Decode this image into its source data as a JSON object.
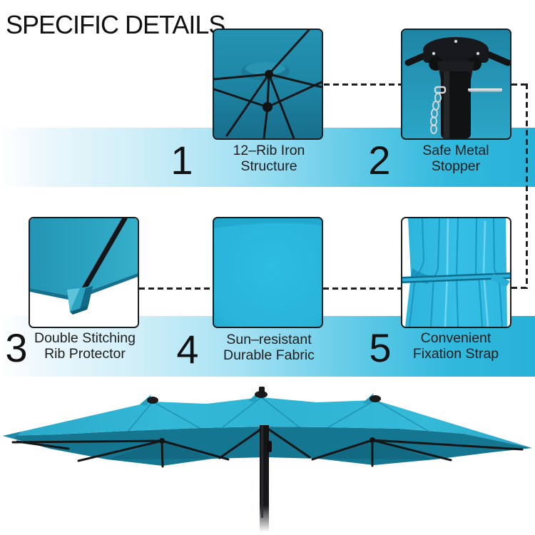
{
  "title": "SPECIFIC DETAILS",
  "features": [
    {
      "number": "1",
      "label_lines": [
        "12–Rib Iron",
        "Structure"
      ],
      "image": "umbrella-underside-rib-structure"
    },
    {
      "number": "2",
      "label_lines": [
        "Safe Metal",
        "Stopper"
      ],
      "image": "pole-hub-metal-stopper-pin-chain"
    },
    {
      "number": "3",
      "label_lines": [
        "Double Stitching",
        "Rib Protector"
      ],
      "image": "rib-end-fabric-pocket-closeup"
    },
    {
      "number": "4",
      "label_lines": [
        "Sun–resistant",
        "Durable Fabric"
      ],
      "image": "turquoise-fabric-swatch"
    },
    {
      "number": "5",
      "label_lines": [
        "Convenient",
        "Fixation Strap"
      ],
      "image": "gathered-canopy-tie-strap"
    }
  ],
  "product_image": "double-sided-turquoise-patio-umbrella",
  "colors": {
    "accent_cyan": "#29b4da",
    "band_light": "#eaf7fc",
    "canopy_top": "#2fb3d2",
    "canopy_underside": "#157691",
    "fabric_bright": "#2ab8de",
    "ink": "#1c1c1c"
  }
}
